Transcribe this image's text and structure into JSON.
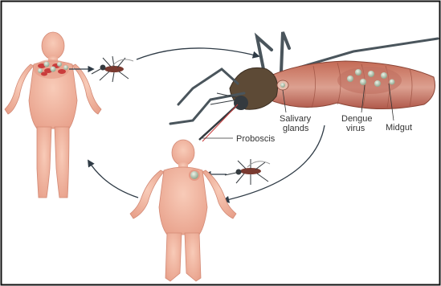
{
  "labels": {
    "salivary_glands_line1": "Salivary",
    "salivary_glands_line2": "glands",
    "dengue_virus_line1": "Dengue",
    "dengue_virus_line2": "virus",
    "midgut": "Midgut",
    "proboscis": "Proboscis"
  },
  "colors": {
    "skin": "#f4b5a0",
    "skin_shadow": "#e59a86",
    "abdomen": "#b35a46",
    "abdomen_light": "#d9988a",
    "wing": "#9a4f3f",
    "mosquito_dark": "#343a3f",
    "leg": "#4a555c",
    "virus": "#c9d7c3",
    "blood": "#c93c3c",
    "arrow": "#2f3b46",
    "frame": "#111111"
  }
}
